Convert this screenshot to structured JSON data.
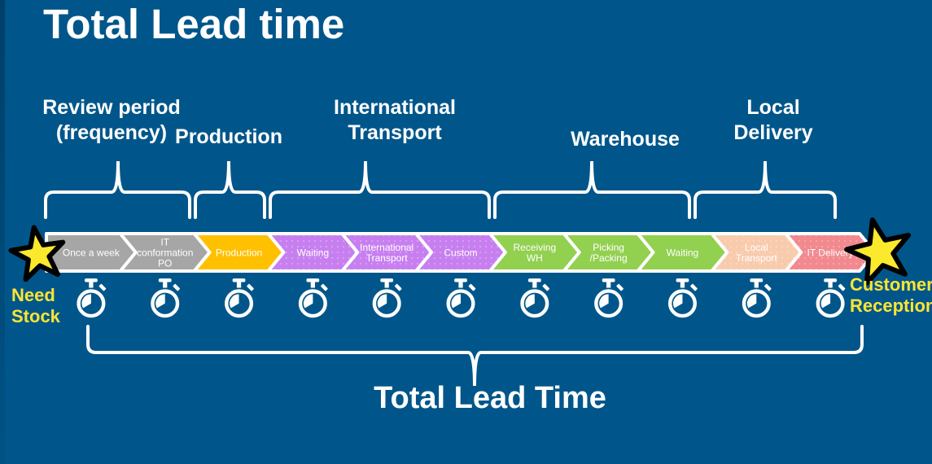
{
  "title": "Total Lead time",
  "bottom_label": "Total Lead Time",
  "start_label": "Need\nStock",
  "end_label": "Customer\nReception",
  "groups": [
    {
      "id": "review-period",
      "label": "Review period\n(frequency)"
    },
    {
      "id": "production",
      "label": "Production"
    },
    {
      "id": "international-transport",
      "label": "International\nTransport"
    },
    {
      "id": "warehouse",
      "label": "Warehouse"
    },
    {
      "id": "local-delivery",
      "label": "Local\nDelivery"
    }
  ],
  "segments": [
    {
      "label": "Once a week",
      "color": "#a6a6a6",
      "dotted": false
    },
    {
      "label": "IT\nconformation\nPO",
      "color": "#a6a6a6",
      "dotted": false
    },
    {
      "label": "Production",
      "color": "#ffc000",
      "dotted": false
    },
    {
      "label": "Waiting",
      "color": "#c77ff0",
      "dotted": true
    },
    {
      "label": "International\nTransport",
      "color": "#c77ff0",
      "dotted": true
    },
    {
      "label": "Custom",
      "color": "#c77ff0",
      "dotted": true
    },
    {
      "label": "Receiving\nWH",
      "color": "#92d050",
      "dotted": false
    },
    {
      "label": "Picking\n/Packing",
      "color": "#92d050",
      "dotted": false
    },
    {
      "label": "Waiting",
      "color": "#92d050",
      "dotted": false
    },
    {
      "label": "Local\nTransport",
      "color": "#f8cbad",
      "dotted": true
    },
    {
      "label": "IT Delivery",
      "color": "#f1898f",
      "dotted": true
    }
  ],
  "icons": {
    "stopwatch": "stopwatch-icon",
    "stopwatch_count": 11,
    "star": "star-icon"
  },
  "colors": {
    "background": "#00568a",
    "band_outline": "#ffffff",
    "segment_text": "#ffffff",
    "group_text": "#ffffff",
    "endpoint_text": "#ffe433",
    "brace": "#ffffff",
    "stopwatch": "#ffffff",
    "star_fill": "#fbe92c",
    "star_outline": "#000000"
  }
}
